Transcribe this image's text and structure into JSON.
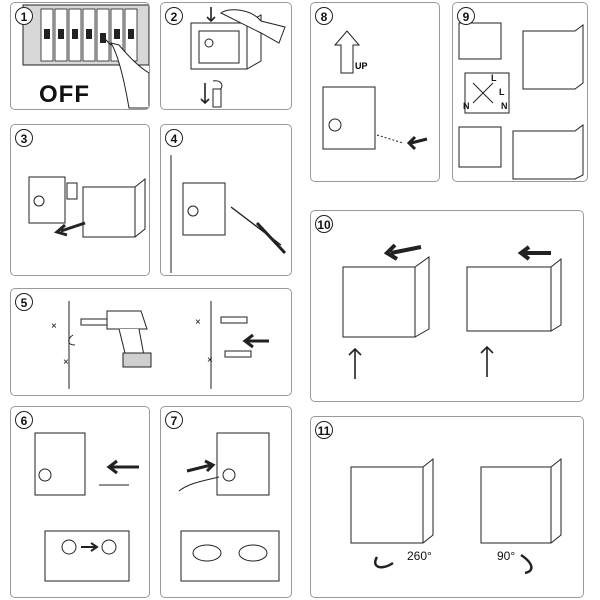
{
  "steps": [
    {
      "number": "1",
      "label": "OFF"
    },
    {
      "number": "2"
    },
    {
      "number": "3"
    },
    {
      "number": "4"
    },
    {
      "number": "5"
    },
    {
      "number": "6"
    },
    {
      "number": "7"
    },
    {
      "number": "8",
      "label": "UP"
    },
    {
      "number": "9",
      "wiring_labels": [
        "L",
        "N",
        "L",
        "N"
      ]
    },
    {
      "number": "10"
    },
    {
      "number": "11",
      "angles": [
        "260°",
        "90°"
      ]
    }
  ],
  "colors": {
    "stroke": "#222222",
    "border": "#9a9a9a",
    "breaker": "#cfcfcf"
  }
}
